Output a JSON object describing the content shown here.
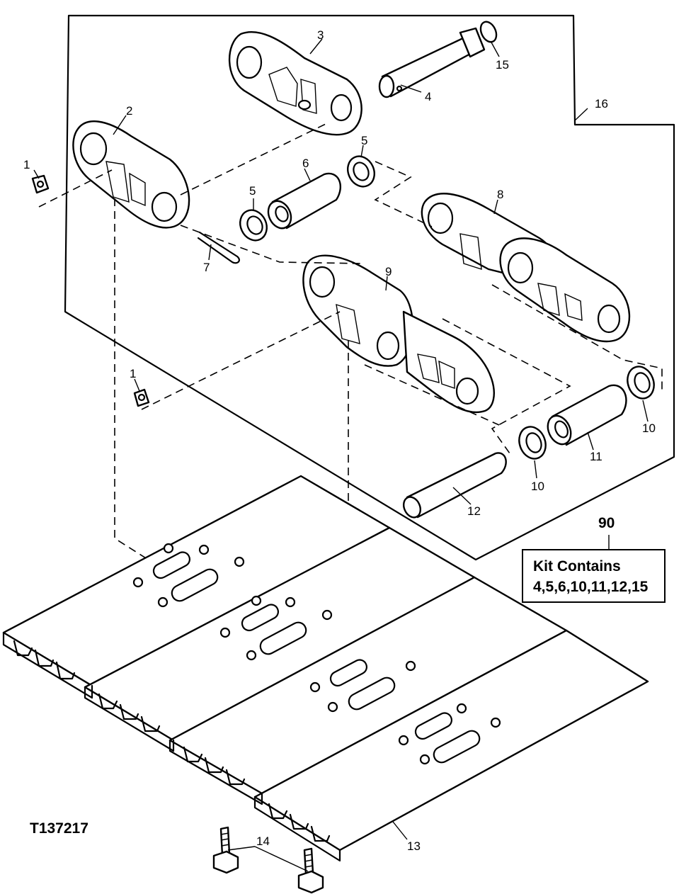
{
  "figure_id": "T137217",
  "kit": {
    "number": "90",
    "label": "Kit Contains",
    "contents": "4,5,6,10,11,12,15"
  },
  "callouts": {
    "c1a": "1",
    "c1b": "1",
    "c2": "2",
    "c3": "3",
    "c4": "4",
    "c5a": "5",
    "c5b": "5",
    "c6": "6",
    "c7": "7",
    "c8": "8",
    "c9": "9",
    "c10a": "10",
    "c10b": "10",
    "c11": "11",
    "c12": "12",
    "c13": "13",
    "c14": "14",
    "c15": "15",
    "c16": "16"
  }
}
